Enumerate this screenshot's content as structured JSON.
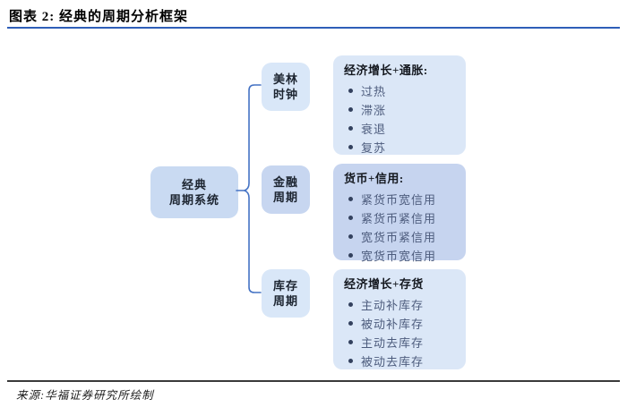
{
  "header": {
    "title": "图表 2: 经典的周期分析框架"
  },
  "root": {
    "line1": "经典",
    "line2": "周期系统"
  },
  "branches": [
    {
      "node": {
        "line1": "美林",
        "line2": "时钟"
      },
      "panel": {
        "heading": "经济增长+通胀:",
        "items": [
          "过热",
          "滞涨",
          "衰退",
          "复苏"
        ]
      }
    },
    {
      "node": {
        "line1": "金融",
        "line2": "周期"
      },
      "panel": {
        "heading": "货币+信用:",
        "items": [
          "紧货币宽信用",
          "紧货币紧信用",
          "宽货币紧信用",
          "宽货币宽信用"
        ]
      }
    },
    {
      "node": {
        "line1": "库存",
        "line2": "周期"
      },
      "panel": {
        "heading": "经济增长+存货",
        "items": [
          "主动补库存",
          "被动补库存",
          "主动去库存",
          "被动去库存"
        ]
      }
    }
  ],
  "footer": {
    "source": "来源:华福证券研究所绘制"
  },
  "colors": {
    "title_rule": "#2e5eb8",
    "connector": "#4472c4",
    "root_node_fill": "#c9daf2",
    "node_fill_light": "#d9e7f8",
    "node_fill_dark": "#c7d6f0",
    "panel_fill_light": "#dbe7f7",
    "panel_fill_dark": "#c6d4ef",
    "bullet_text": "#4d5c7d"
  }
}
